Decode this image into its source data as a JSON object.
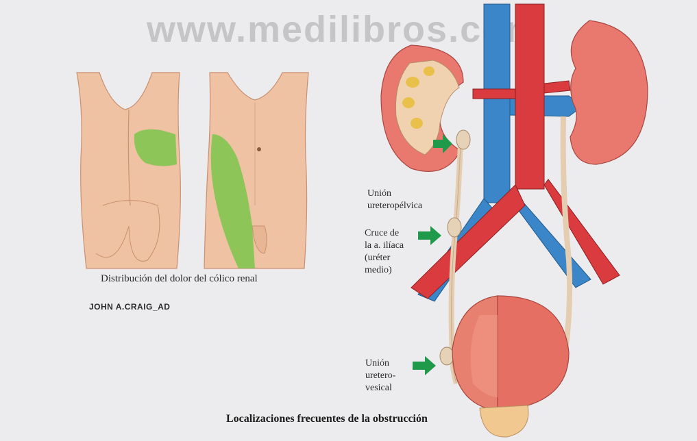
{
  "watermark": "www.medilibros.com",
  "left_panel": {
    "caption": "Distribución del dolor del cólico renal",
    "signature": "JOHN A.CRAIG_AD"
  },
  "right_panel": {
    "labels": {
      "ureteropelvic": [
        "Unión",
        "ureteropélvica"
      ],
      "iliac_crossing": [
        "Cruce de",
        "la a. ilíaca",
        "(uréter",
        "medio)"
      ],
      "ureterovesical": [
        "Unión",
        "uretero-",
        "vesical"
      ]
    },
    "title": "Localizaciones frecuentes de la obstrucción"
  },
  "colors": {
    "pain_area": "#7cc64b",
    "skin": "#efc2a4",
    "vein": "#3a86c8",
    "artery": "#d93b3f",
    "kidney": "#e9786e",
    "arrow": "#1f9a4a"
  }
}
